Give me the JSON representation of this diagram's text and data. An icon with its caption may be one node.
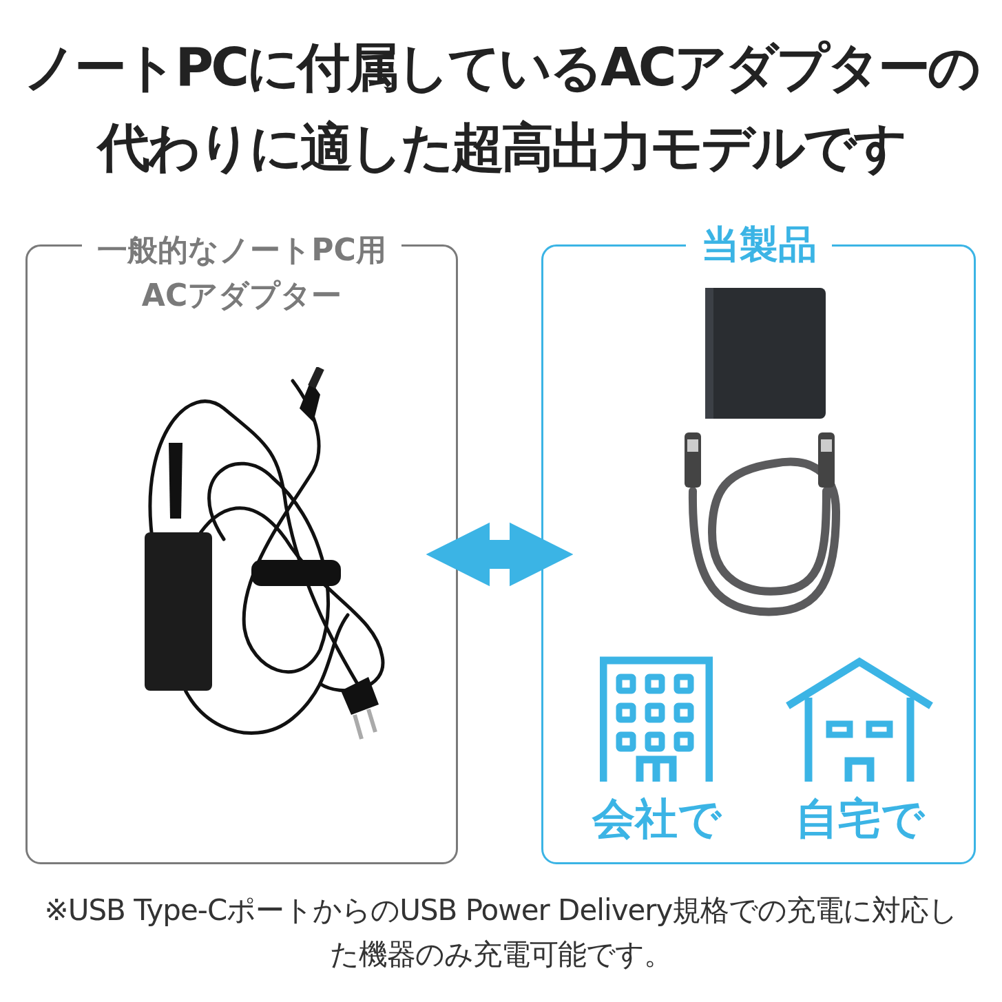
{
  "diagram": {
    "title": "ノートPCに付属しているACアダプターの代わりに適した超高出力モデルです",
    "caption": "※USB Type-CポートからのUSB Power Delivery規格での充電に対応した機器のみ充電可能です。",
    "nodes": [
      {
        "text": [
          "一般的なノートPC用ACアダプター"
        ]
      },
      {
        "text": [
          "当製品"
        ]
      },
      {
        "text": [
          "会社で"
        ],
        "in": 1
      },
      {
        "text": [
          "自宅で"
        ],
        "in": 1
      }
    ],
    "edges": [
      {
        "from": 0,
        "to": 1,
        "arrow": "both"
      }
    ]
  }
}
